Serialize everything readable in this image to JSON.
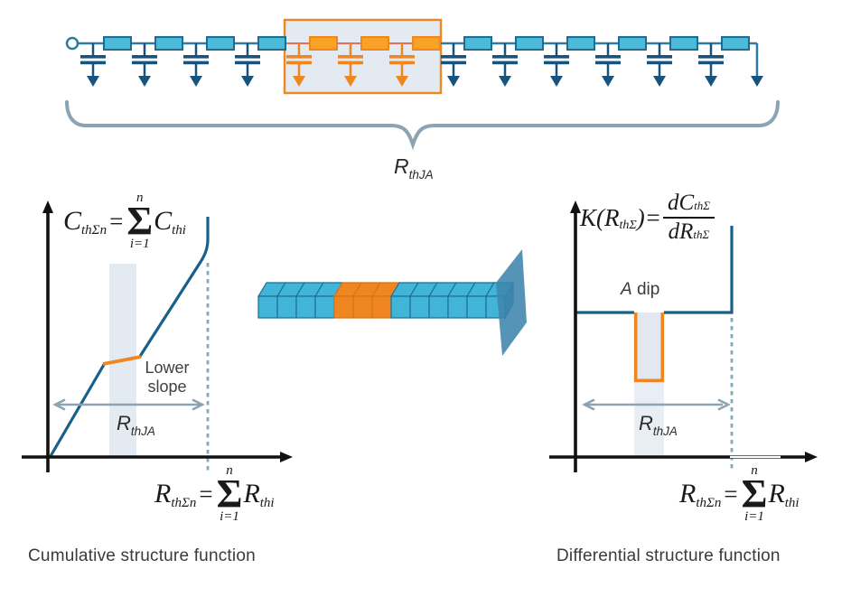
{
  "colors": {
    "wire_blue": "#2e7ca3",
    "component_blue": "#17547d",
    "resistor_fill": "#4cb9d9",
    "resistor_stroke": "#1d6e95",
    "orange": "#f0861f",
    "orange_resistor_fill": "#f9a326",
    "red_wire": "#e8452c",
    "highlight_fill": "#e4eaf2",
    "highlight_fill_light": "#e9eef4",
    "brace_gray": "#8ba3b2",
    "curve_blue": "#176089",
    "dashed_blue": "#84a9bf",
    "axis_black": "#111111",
    "cube_blue": "#41b4d8",
    "cube_blue_stroke": "#1b6f96",
    "cube_side_blue": "#2d8fb8",
    "cube_orange": "#f0861f",
    "cube_orange_stroke": "#d9730f",
    "plane_blue": "#3d85ad"
  },
  "circuit": {
    "stage_count": 13,
    "orange_stages": [
      5,
      6,
      7
    ],
    "brace_label": {
      "base": "R",
      "sub": "thJA"
    }
  },
  "cubes": {
    "count": 13,
    "orange_cubes": [
      5,
      6,
      7
    ]
  },
  "cumulative_plot": {
    "caption": "Cumulative structure function",
    "annotation": "Lower slope",
    "band_label": {
      "base": "R",
      "sub": "thJA"
    },
    "title_formula": {
      "lhs_base": "C",
      "lhs_sub": "thΣn",
      "equals": "=",
      "sum_upper": "n",
      "sum_symbol": "Σ",
      "sum_lower": "i=1",
      "rhs_base": "C",
      "rhs_sub": "thi"
    },
    "x_formula": {
      "lhs_base": "R",
      "lhs_sub": "thΣn",
      "equals": "=",
      "sum_upper": "n",
      "sum_symbol": "Σ",
      "sum_lower": "i=1",
      "rhs_base": "R",
      "rhs_sub": "thi"
    }
  },
  "differential_plot": {
    "caption": "Differential structure function",
    "annotation_a": "A",
    "annotation_dip": " dip",
    "band_label": {
      "base": "R",
      "sub": "thJA"
    },
    "title_formula": {
      "lhs": "K(R",
      "lhs_sub": "thΣ",
      "mid": ")=",
      "num_base": "dC",
      "num_sub": "thΣ",
      "den_base": "dR",
      "den_sub": "thΣ"
    },
    "x_formula": {
      "lhs_base": "R",
      "lhs_sub": "thΣn",
      "equals": "=",
      "sum_upper": "n",
      "sum_symbol": "Σ",
      "sum_lower": "i=1",
      "rhs_base": "R",
      "rhs_sub": "thi"
    }
  }
}
